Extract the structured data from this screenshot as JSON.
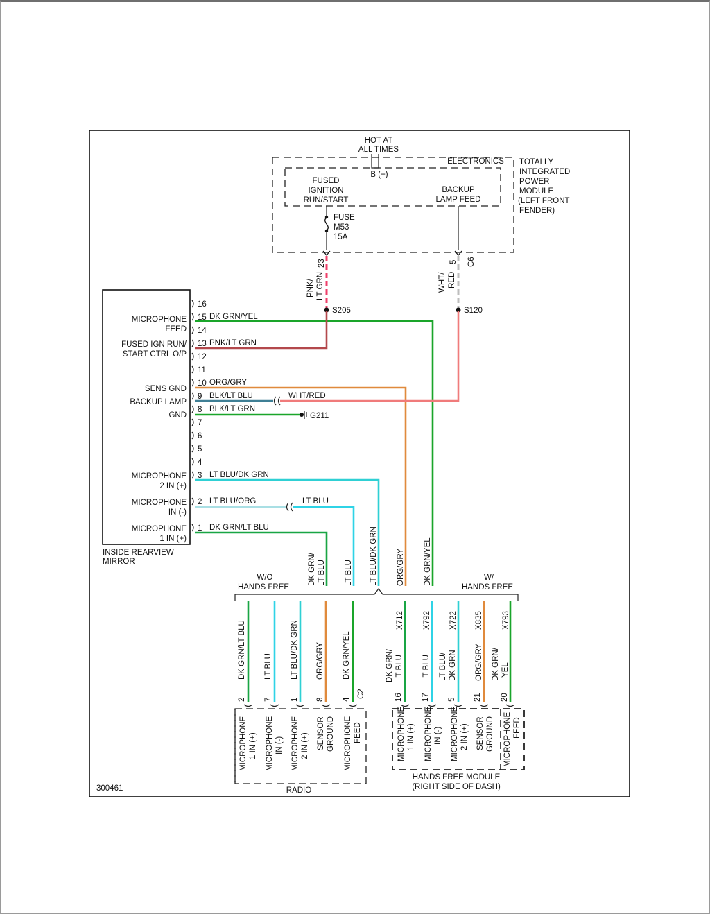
{
  "diagram_id": "300461",
  "colors": {
    "dk_grn_yel": "#1aa52a",
    "pnk_lt_grn": "#b3484c",
    "pink": "#ef3f6a",
    "org_gry": "#e08a3c",
    "wht_red": "#f07b7b",
    "blk_lt_blu": "#3f7f95",
    "blk_lt_grn": "#1aa52a",
    "lt_blu_dk_grn": "#2fd0d4",
    "lt_blu": "#2fd3e6",
    "dk_grn_lt_blu": "#19a544",
    "gray_wire": "#bdbdbd"
  },
  "tipm": {
    "hot_at": "HOT AT",
    "all_times": "ALL TIMES",
    "electronics": "ELECTRONICS",
    "b_plus": "B (+)",
    "title_lines": [
      "TOTALLY",
      "INTEGRATED",
      "POWER",
      "MODULE",
      "(LEFT FRONT",
      "FENDER)"
    ],
    "fused_lines": [
      "FUSED",
      "IGNITION",
      "RUN/START"
    ],
    "backup_lines": [
      "BACKUP",
      "LAMP FEED"
    ],
    "fuse_lines": [
      "FUSE",
      "M53",
      "15A"
    ],
    "pin_23": "23",
    "pin_5": "5",
    "c6": "C6",
    "wire_pnk_lines": [
      "PNK/",
      "LT GRN"
    ],
    "wire_wht_lines": [
      "WHT/",
      "RED"
    ],
    "s205": "S205",
    "s120": "S120"
  },
  "mirror": {
    "label_lines": [
      "INSIDE REARVIEW",
      "MIRROR"
    ],
    "pins": [
      "16",
      "15",
      "14",
      "13",
      "12",
      "11",
      "10",
      "9",
      "8",
      "7",
      "6",
      "5",
      "4",
      "3",
      "2",
      "1"
    ],
    "func_labels": [
      {
        "lines": [
          "MICROPHONE",
          "FEED"
        ]
      },
      {
        "lines": [
          "FUSED IGN RUN/",
          "START CTRL O/P"
        ]
      },
      {
        "lines": [
          "SENS GND"
        ]
      },
      {
        "lines": [
          "BACKUP LAMP"
        ]
      },
      {
        "lines": [
          "GND"
        ]
      },
      {
        "lines": [
          "MICROPHONE",
          "2 IN (+)"
        ]
      },
      {
        "lines": [
          "MICROPHONE",
          "IN (-)"
        ]
      },
      {
        "lines": [
          "MICROPHONE",
          "1 IN (+)"
        ]
      }
    ],
    "wire_labels": [
      "DK GRN/YEL",
      "PNK/LT GRN",
      "ORG/GRY",
      "BLK/LT BLU",
      "BLK/LT GRN",
      "LT BLU/DK GRN",
      "LT BLU/ORG",
      "DK GRN/LT BLU"
    ],
    "wht_red_label": "WHT/RED",
    "lt_blu_label": "LT BLU",
    "g211": "G211"
  },
  "mid_vertical_labels": [
    "DK GRN/",
    "LT BLU",
    "LT BLU",
    "LT BLU/DK GRN",
    "ORG/GRY",
    "DK GRN/YEL"
  ],
  "wo_lines": [
    "W/O",
    "HANDS FREE"
  ],
  "w_lines": [
    "W/",
    "HANDS FREE"
  ],
  "radio": {
    "wires": [
      {
        "wire": "DK GRN/LT BLU",
        "pin": "2",
        "func": [
          "MICROPHONE",
          "1 IN (+)"
        ]
      },
      {
        "wire": "LT BLU",
        "pin": "7",
        "func": [
          "MICROPHONE",
          "IN (-)"
        ]
      },
      {
        "wire": "LT BLU/DK GRN",
        "pin": "1",
        "func": [
          "MICROPHONE",
          "2 IN (+)"
        ]
      },
      {
        "wire": "ORG/GRY",
        "pin": "8",
        "func": [
          "SENSOR",
          "GROUND"
        ]
      },
      {
        "wire": "DK GRN/YEL",
        "pin": "4",
        "func": [
          "MICROPHONE",
          "FEED"
        ]
      }
    ],
    "connector": "C2",
    "label": "RADIO"
  },
  "hfm": {
    "wires": [
      {
        "circuit": "X712",
        "wire": [
          "DK GRN/",
          "LT BLU"
        ],
        "pin": "16",
        "func": [
          "MICROPHONE",
          "1 IN (+)"
        ]
      },
      {
        "circuit": "X792",
        "wire": [
          "LT BLU"
        ],
        "pin": "17",
        "func": [
          "MICROPHONE",
          "IN (-)"
        ]
      },
      {
        "circuit": "X722",
        "wire": [
          "LT BLU/",
          "DK GRN"
        ],
        "pin": "5",
        "func": [
          "MICROPHONE",
          "2 IN (+)"
        ]
      },
      {
        "circuit": "X835",
        "wire": [
          "ORG/GRY"
        ],
        "pin": "21",
        "func": [
          "SENSOR",
          "GROUND"
        ]
      },
      {
        "circuit": "X793",
        "wire": [
          "DK GRN/",
          "YEL"
        ],
        "pin": "20",
        "func": [
          "MICROPHONE",
          "FEED"
        ]
      }
    ],
    "label_lines": [
      "HANDS FREE MODULE",
      "(RIGHT SIDE OF DASH)"
    ]
  }
}
